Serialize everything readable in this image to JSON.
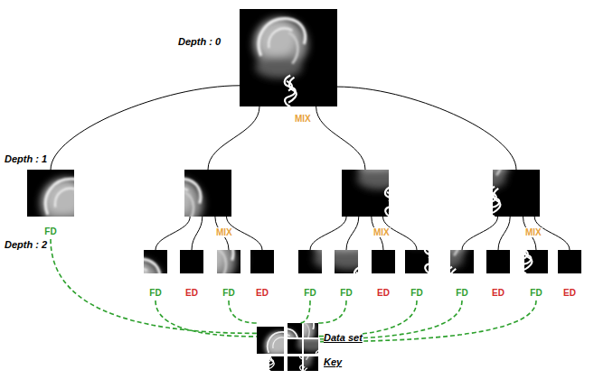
{
  "diagram": {
    "nodes": [
      {
        "text": [
          "MIX"
        ]
      },
      {
        "text": [
          "FD"
        ]
      },
      {
        "text": [
          "MIX"
        ]
      },
      {
        "text": [
          "MIX"
        ]
      },
      {
        "text": [
          "MIX"
        ]
      },
      {
        "text": [
          "FD"
        ]
      },
      {
        "text": [
          "ED"
        ]
      },
      {
        "text": [
          "FD"
        ]
      },
      {
        "text": [
          "ED"
        ]
      },
      {
        "text": [
          "FD"
        ]
      },
      {
        "text": [
          "FD"
        ]
      },
      {
        "text": [
          "ED"
        ]
      },
      {
        "text": [
          "FD"
        ]
      },
      {
        "text": [
          "FD"
        ]
      },
      {
        "text": [
          "ED"
        ]
      },
      {
        "text": [
          "FD"
        ]
      },
      {
        "text": [
          "ED"
        ]
      },
      {
        "text": [
          "Data set",
          "Key"
        ]
      }
    ],
    "edges": [
      {
        "from": 0,
        "to": 1,
        "arrow": "none"
      },
      {
        "from": 0,
        "to": 2,
        "arrow": "none"
      },
      {
        "from": 0,
        "to": 3,
        "arrow": "none"
      },
      {
        "from": 0,
        "to": 4,
        "arrow": "none"
      },
      {
        "from": 2,
        "to": 5,
        "arrow": "none"
      },
      {
        "from": 2,
        "to": 6,
        "arrow": "none"
      },
      {
        "from": 2,
        "to": 7,
        "arrow": "none"
      },
      {
        "from": 2,
        "to": 8,
        "arrow": "none"
      },
      {
        "from": 3,
        "to": 9,
        "arrow": "none"
      },
      {
        "from": 3,
        "to": 10,
        "arrow": "none"
      },
      {
        "from": 3,
        "to": 11,
        "arrow": "none"
      },
      {
        "from": 3,
        "to": 12,
        "arrow": "none"
      },
      {
        "from": 4,
        "to": 13,
        "arrow": "none"
      },
      {
        "from": 4,
        "to": 14,
        "arrow": "none"
      },
      {
        "from": 4,
        "to": 15,
        "arrow": "none"
      },
      {
        "from": 4,
        "to": 16,
        "arrow": "none"
      },
      {
        "from": 1,
        "to": 17,
        "arrow": "none"
      },
      {
        "from": 5,
        "to": 17,
        "arrow": "none"
      },
      {
        "from": 7,
        "to": 17,
        "arrow": "none"
      },
      {
        "from": 9,
        "to": 17,
        "arrow": "none"
      },
      {
        "from": 10,
        "to": 17,
        "arrow": "none"
      },
      {
        "from": 12,
        "to": 17,
        "arrow": "none"
      },
      {
        "from": 13,
        "to": 17,
        "arrow": "none"
      },
      {
        "from": 15,
        "to": 17,
        "arrow": "none"
      }
    ],
    "labels": [
      "Depth : 0",
      "Depth : 1",
      "Depth : 2"
    ]
  }
}
